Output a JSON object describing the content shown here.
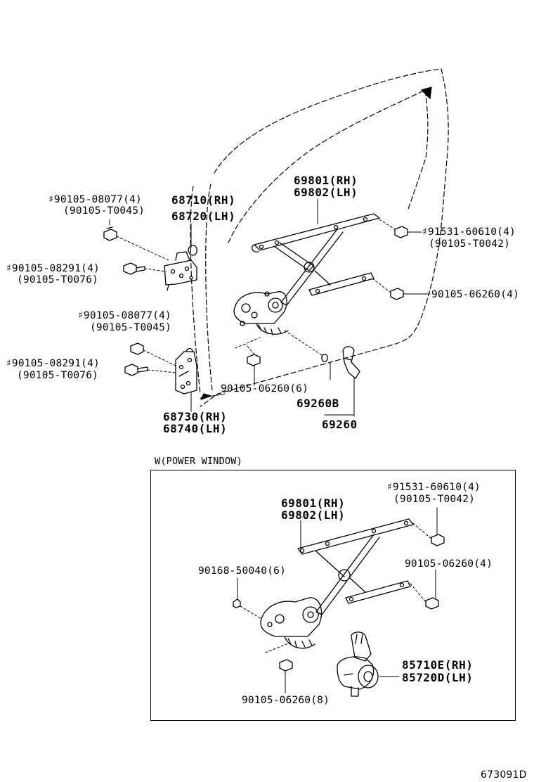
{
  "labels": {
    "bolt_08077_top": "♯90105-08077(4)",
    "bolt_t0045_top": "(90105-T0045)",
    "hinge_upper_rh": "68710(RH)",
    "hinge_upper_lh": "68720(LH)",
    "regulator_rh": "69801(RH)",
    "regulator_lh": "69802(LH)",
    "bolt_91531_top": "♯91531-60610(4)",
    "bolt_t0042_top": "(90105-T0042)",
    "bolt_08291_top": "♯90105-08291(4)",
    "bolt_t0076_top": "(90105-T0076)",
    "bolt_06260_right": "90105-06260(4)",
    "bolt_08077_mid": "♯90105-08077(4)",
    "bolt_t0045_mid": "(90105-T0045)",
    "bolt_08291_mid": "♯90105-08291(4)",
    "bolt_t0076_mid": "(90105-T0076)",
    "bolt_06260_six": "90105-06260(6)",
    "handle_part_b": "69260B",
    "handle_part": "69260",
    "hinge_lower_rh": "68730(RH)",
    "hinge_lower_lh": "68740(LH)"
  },
  "power_window": {
    "title": "W(POWER WINDOW)",
    "bolt_91531": "♯91531-60610(4)",
    "bolt_t0042": "(90105-T0042)",
    "regulator_rh": "69801(RH)",
    "regulator_lh": "69802(LH)",
    "screw_50040": "90168-50040(6)",
    "bolt_06260_four": "90105-06260(4)",
    "motor_rh": "85710E(RH)",
    "motor_lh": "85720D(LH)",
    "bolt_06260_eight": "90105-06260(8)"
  },
  "figure_id": "673091D"
}
